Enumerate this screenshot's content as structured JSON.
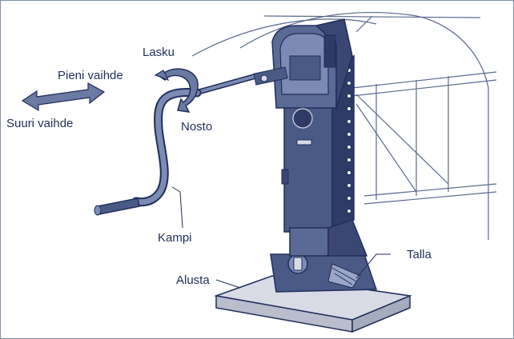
{
  "labels": {
    "lasku": "Lasku",
    "pieni_vaihde": "Pieni vaihde",
    "suuri_vaihde": "Suuri vaihde",
    "nosto": "Nosto",
    "kampi": "Kampi",
    "alusta": "Alusta",
    "talla": "Talla"
  },
  "colors": {
    "jack_fill": "#4a5a86",
    "jack_dark": "#2e3b66",
    "jack_light": "#7b8bb4",
    "arrow_fill": "#6a7aa2",
    "base_fill": "#d8dbe6",
    "outline": "#1f2f5a",
    "frame": "#7f8fa6"
  }
}
